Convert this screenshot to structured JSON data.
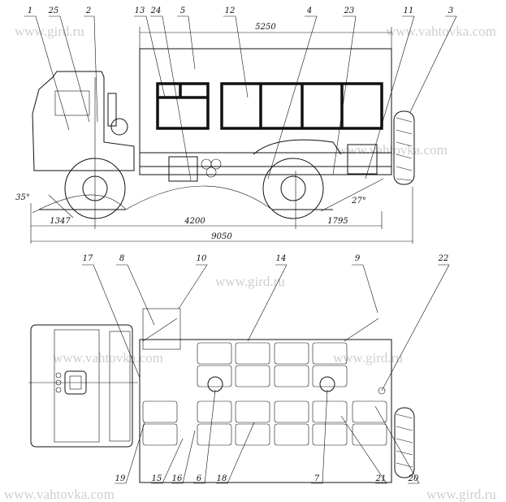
{
  "watermarks": [
    "www.gird.ru",
    "www.vahtovka.com",
    "www.vahtovka.com",
    "www.gird.ru",
    "www.vahtovka.com",
    "www.gird.ru",
    "www.vahtovka.com",
    "www.gird.ru"
  ],
  "side_view": {
    "labels": [
      "1",
      "25",
      "2",
      "13",
      "24",
      "5",
      "12",
      "4",
      "23",
      "11",
      "3"
    ],
    "dimensions": {
      "body_length": "5250",
      "front_overhang": "1347",
      "wheelbase": "4200",
      "rear_overhang": "1795",
      "overall_length": "9050",
      "approach_angle": "35°",
      "departure_angle": "27°"
    }
  },
  "top_view": {
    "top_labels": [
      "17",
      "8",
      "10",
      "14",
      "9",
      "22"
    ],
    "bottom_labels": [
      "19",
      "15",
      "16",
      "6",
      "18",
      "7",
      "21",
      "20"
    ]
  }
}
